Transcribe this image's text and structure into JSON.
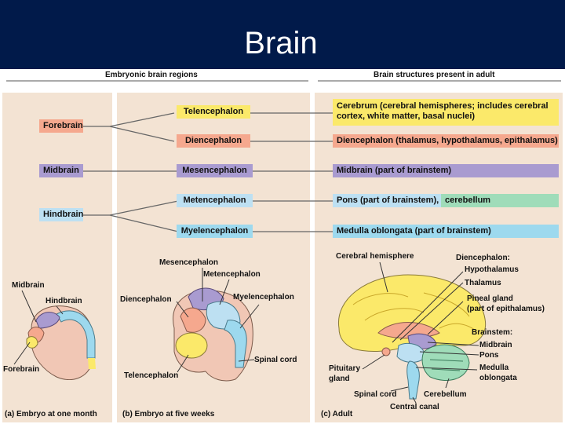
{
  "slide": {
    "title": "Brain"
  },
  "headers": {
    "embryonic": "Embryonic brain regions",
    "adult": "Brain structures present in adult"
  },
  "primary": {
    "forebrain": "Forebrain",
    "midbrain": "Midbrain",
    "hindbrain": "Hindbrain"
  },
  "secondary": {
    "telencephalon": "Telencephalon",
    "diencephalon": "Diencephalon",
    "mesencephalon": "Mesencephalon",
    "metencephalon": "Metencephalon",
    "myelencephalon": "Myelencephalon"
  },
  "adult": {
    "cerebrum_1": "Cerebrum (cerebral hemispheres; includes cerebral",
    "cerebrum_2": "cortex, white matter, basal nuclei)",
    "diencephalon": "Diencephalon (thalamus, hypothalamus, epithalamus)",
    "midbrain": "Midbrain (part of brainstem)",
    "pons": "Pons (part of brainstem),",
    "cerebellum": "cerebellum",
    "medulla": "Medulla oblongata (part of brainstem)"
  },
  "panel_a": {
    "midbrain": "Midbrain",
    "hindbrain": "Hindbrain",
    "forebrain": "Forebrain",
    "caption": "(a) Embryo at one month"
  },
  "panel_b": {
    "mesencephalon": "Mesencephalon",
    "metencephalon": "Metencephalon",
    "diencephalon": "Diencephalon",
    "myelencephalon": "Myelencephalon",
    "spinal_cord": "Spinal cord",
    "telencephalon": "Telencephalon",
    "caption": "(b) Embryo at five weeks"
  },
  "panel_c": {
    "cerebral_hemisphere": "Cerebral hemisphere",
    "diencephalon": "Diencephalon:",
    "hypothalamus": "Hypothalamus",
    "thalamus": "Thalamus",
    "pineal_1": "Pineal gland",
    "pineal_2": "(part of epithalamus)",
    "brainstem": "Brainstem:",
    "midbrain": "Midbrain",
    "pons": "Pons",
    "medulla_1": "Medulla",
    "medulla_2": "oblongata",
    "pituitary_1": "Pituitary",
    "pituitary_2": "gland",
    "spinal_cord": "Spinal cord",
    "cerebellum": "Cerebellum",
    "central_canal": "Central canal",
    "caption": "(c) Adult"
  },
  "colors": {
    "header_bg": "#011a4a",
    "panel": "#f3e3d3",
    "telencephalon": "#fbe96a",
    "diencephalon": "#f5a88e",
    "mesencephalon": "#a99bd0",
    "metencephalon": "#bde0f2",
    "myelencephalon": "#9dd9ee",
    "cerebellum": "#9fdcb9"
  }
}
